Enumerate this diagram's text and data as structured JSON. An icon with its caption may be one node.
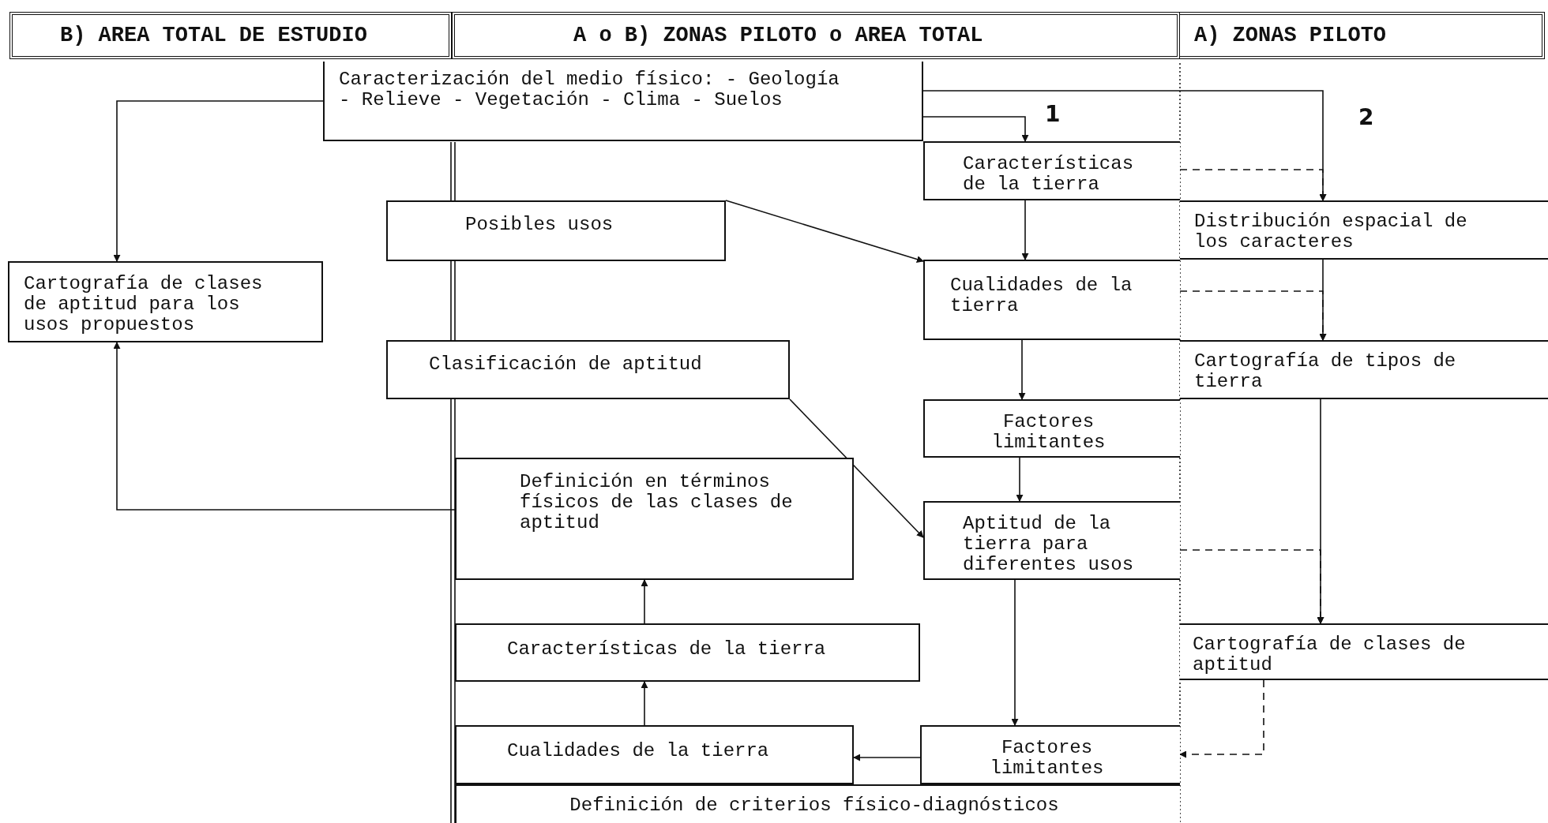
{
  "diagram": {
    "nodes": [
      {
        "text": [
          "B) AREA TOTAL DE ESTUDIO"
        ]
      },
      {
        "text": [
          "A o B) ZONAS PILOTO o AREA TOTAL"
        ]
      },
      {
        "text": [
          "A) ZONAS PILOTO"
        ]
      },
      {
        "text": [
          "Caracterización del medio físico: - Geología - Relieve - Vegetación - Clima - Suelos"
        ]
      },
      {
        "text": [
          "Características de la tierra"
        ]
      },
      {
        "text": [
          "Posibles usos"
        ]
      },
      {
        "text": [
          "Distribución espacial de los caracteres"
        ]
      },
      {
        "text": [
          "Cartografía de clases de aptitud para los usos propuestos"
        ]
      },
      {
        "text": [
          "Cualidades de la tierra"
        ]
      },
      {
        "text": [
          "Clasificación de aptitud"
        ]
      },
      {
        "text": [
          "Cartografía de tipos de tierra"
        ]
      },
      {
        "text": [
          "Factores limitantes"
        ]
      },
      {
        "text": [
          "Definición en términos físicos de las clases de aptitud"
        ]
      },
      {
        "text": [
          "Aptitud de la tierra para diferentes usos"
        ]
      },
      {
        "text": [
          "Características de la tierra"
        ]
      },
      {
        "text": [
          "Cartografía de clases de aptitud"
        ]
      },
      {
        "text": [
          "Cualidades de la tierra"
        ]
      },
      {
        "text": [
          "Factores limitantes"
        ]
      },
      {
        "text": [
          "Definición de criterios físico-diagnósticos"
        ]
      }
    ],
    "edges": [
      {
        "from": 3,
        "to": 7,
        "arrow": "to"
      },
      {
        "from": 3,
        "to": 4,
        "arrow": "to"
      },
      {
        "from": 3,
        "to": 6,
        "arrow": "to"
      },
      {
        "from": 4,
        "to": 6,
        "arrow": "to",
        "style": "dashed"
      },
      {
        "from": 5,
        "to": 8,
        "arrow": "to"
      },
      {
        "from": 4,
        "to": 8,
        "arrow": "to"
      },
      {
        "from": 6,
        "to": 10,
        "arrow": "to"
      },
      {
        "from": 8,
        "to": 10,
        "arrow": "to",
        "style": "dashed"
      },
      {
        "from": 8,
        "to": 11,
        "arrow": "to"
      },
      {
        "from": 11,
        "to": 13,
        "arrow": "to"
      },
      {
        "from": 9,
        "to": 13,
        "arrow": "to"
      },
      {
        "from": 10,
        "to": 15,
        "arrow": "to"
      },
      {
        "from": 13,
        "to": 15,
        "arrow": "to",
        "style": "dashed"
      },
      {
        "from": 13,
        "to": 17,
        "arrow": "to"
      },
      {
        "from": 17,
        "to": 16,
        "arrow": "to"
      },
      {
        "from": 16,
        "to": 14,
        "arrow": "to"
      },
      {
        "from": 14,
        "to": 12,
        "arrow": "to"
      },
      {
        "from": 12,
        "to": 7,
        "arrow": "to"
      },
      {
        "from": 15,
        "to": 17,
        "arrow": "to",
        "style": "dashed"
      }
    ],
    "labels": [
      "1",
      "2"
    ]
  }
}
